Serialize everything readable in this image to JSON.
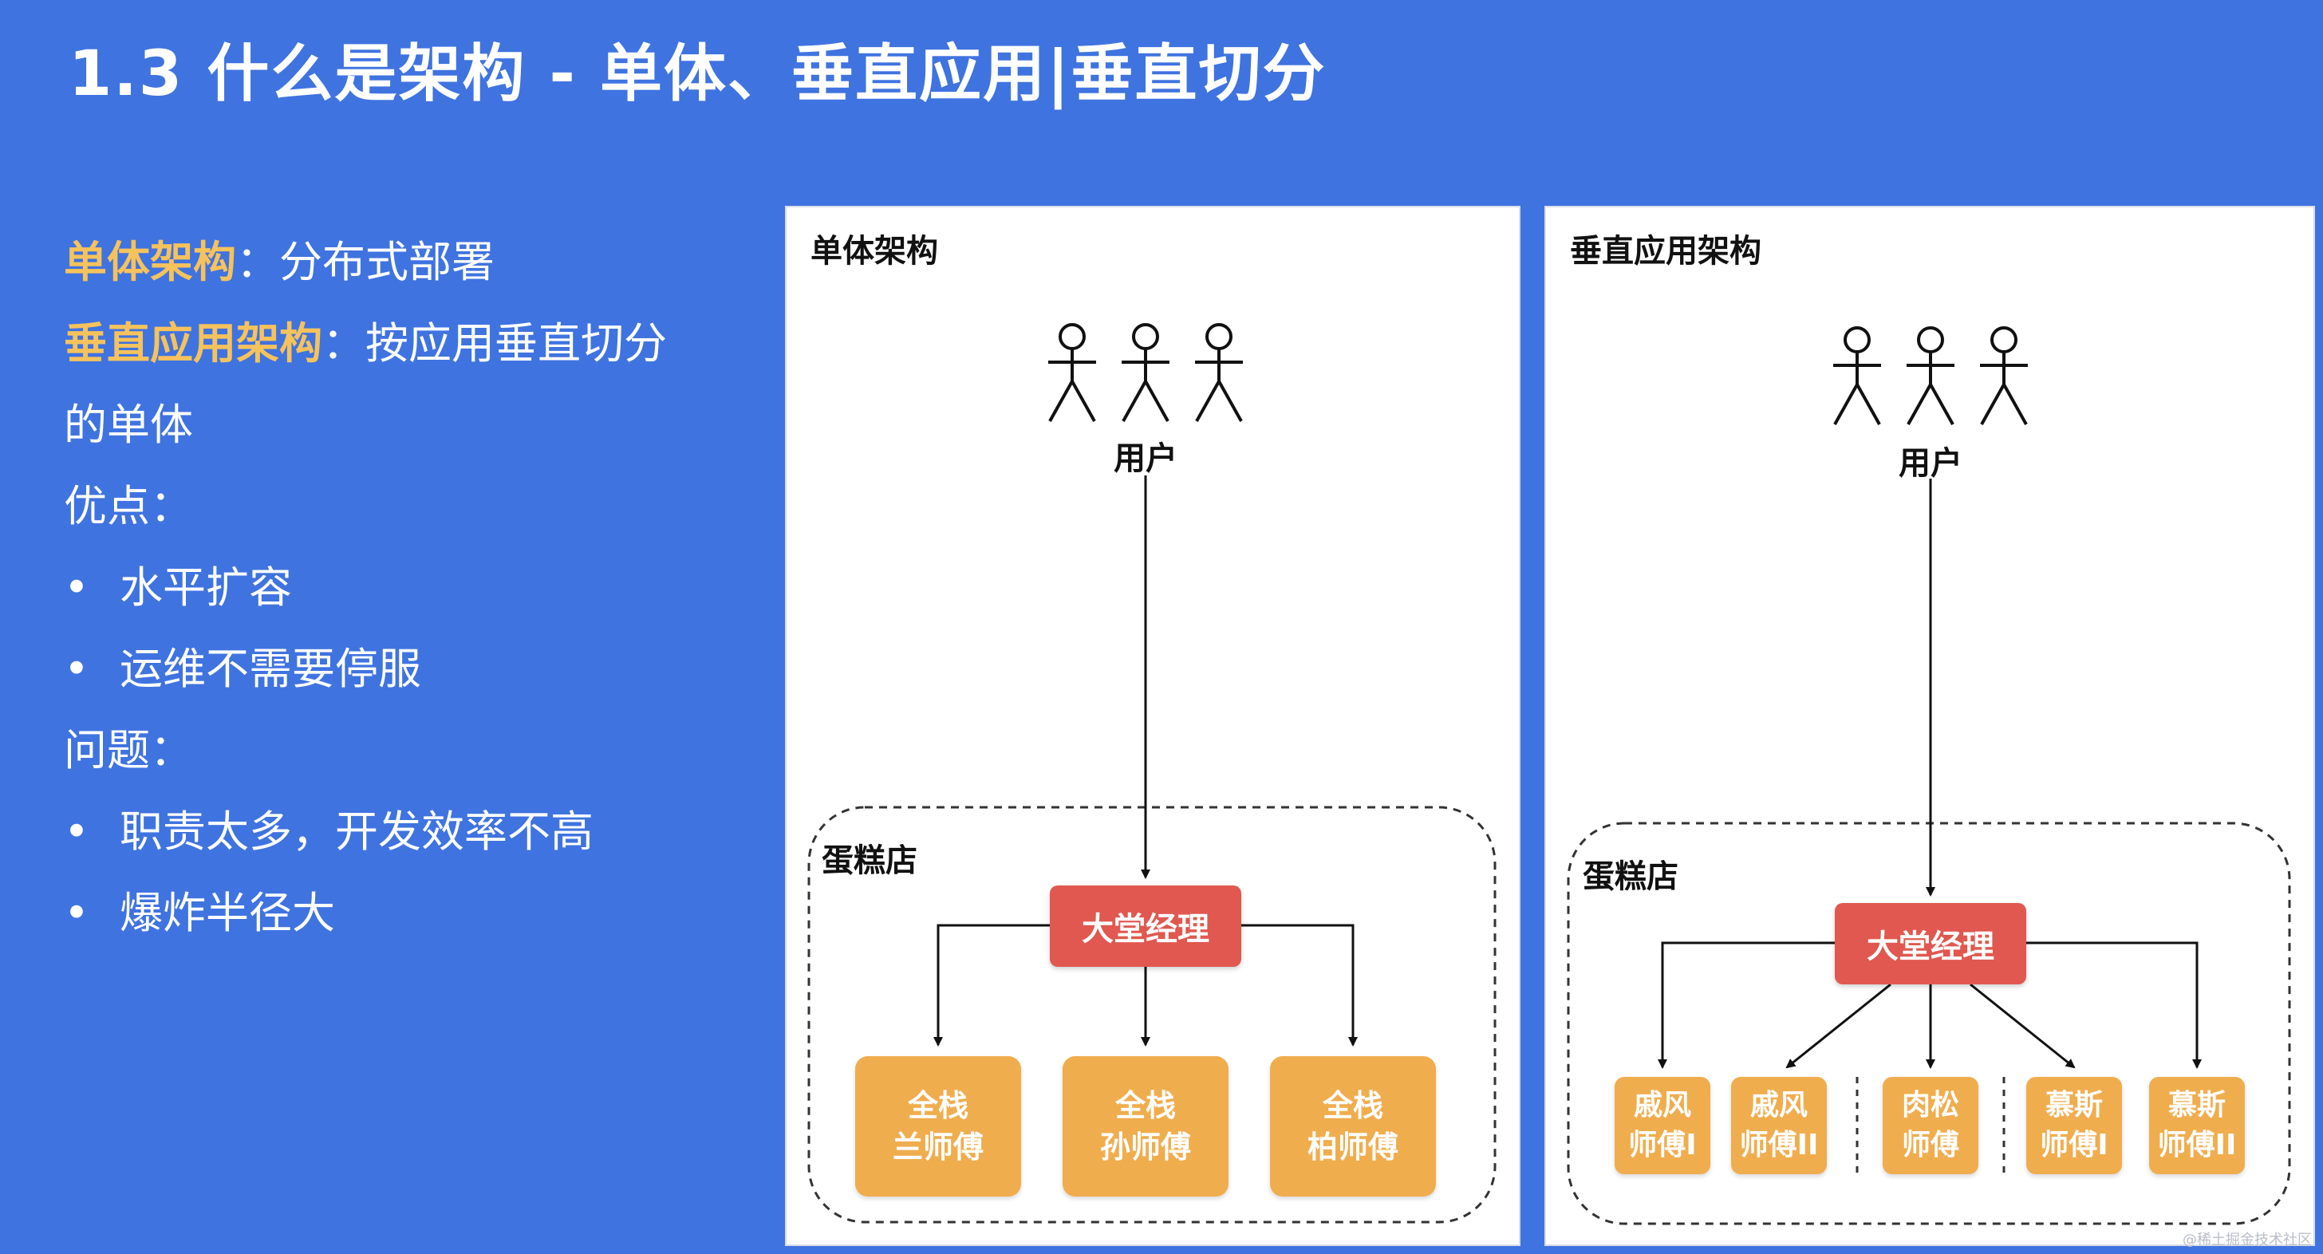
{
  "title": "1.3 什么是架构 - 单体、垂直应用|垂直切分",
  "left": {
    "line1_hl": "单体架构",
    "line1_rest": "：分布式部署",
    "line2_hl": "垂直应用架构",
    "line2_rest": "：按应用垂直切分",
    "line3": "的单体",
    "pros_title": "优点：",
    "pros": [
      "水平扩容",
      "运维不需要停服"
    ],
    "cons_title": "问题：",
    "cons": [
      "职责太多，开发效率不高",
      "爆炸半径大"
    ],
    "bullet": "•"
  },
  "panels": [
    {
      "title": "单体架构",
      "users_label": "用户",
      "shop_label": "蛋糕店",
      "manager": "大堂经理",
      "workers": [
        "全栈\n兰师傅",
        "全栈\n孙师傅",
        "全栈\n柏师傅"
      ]
    },
    {
      "title": "垂直应用架构",
      "users_label": "用户",
      "shop_label": "蛋糕店",
      "manager": "大堂经理",
      "workers": [
        "戚风\n师傅I",
        "戚风\n师傅II",
        "肉松\n师傅",
        "慕斯\n师傅I",
        "慕斯\n师傅II"
      ]
    }
  ],
  "watermark": "@稀土掘金技术社区",
  "colors": {
    "background": "#3f73e0",
    "highlight": "#f6c25c",
    "manager": "#e0584f",
    "worker": "#f0ad4e"
  }
}
